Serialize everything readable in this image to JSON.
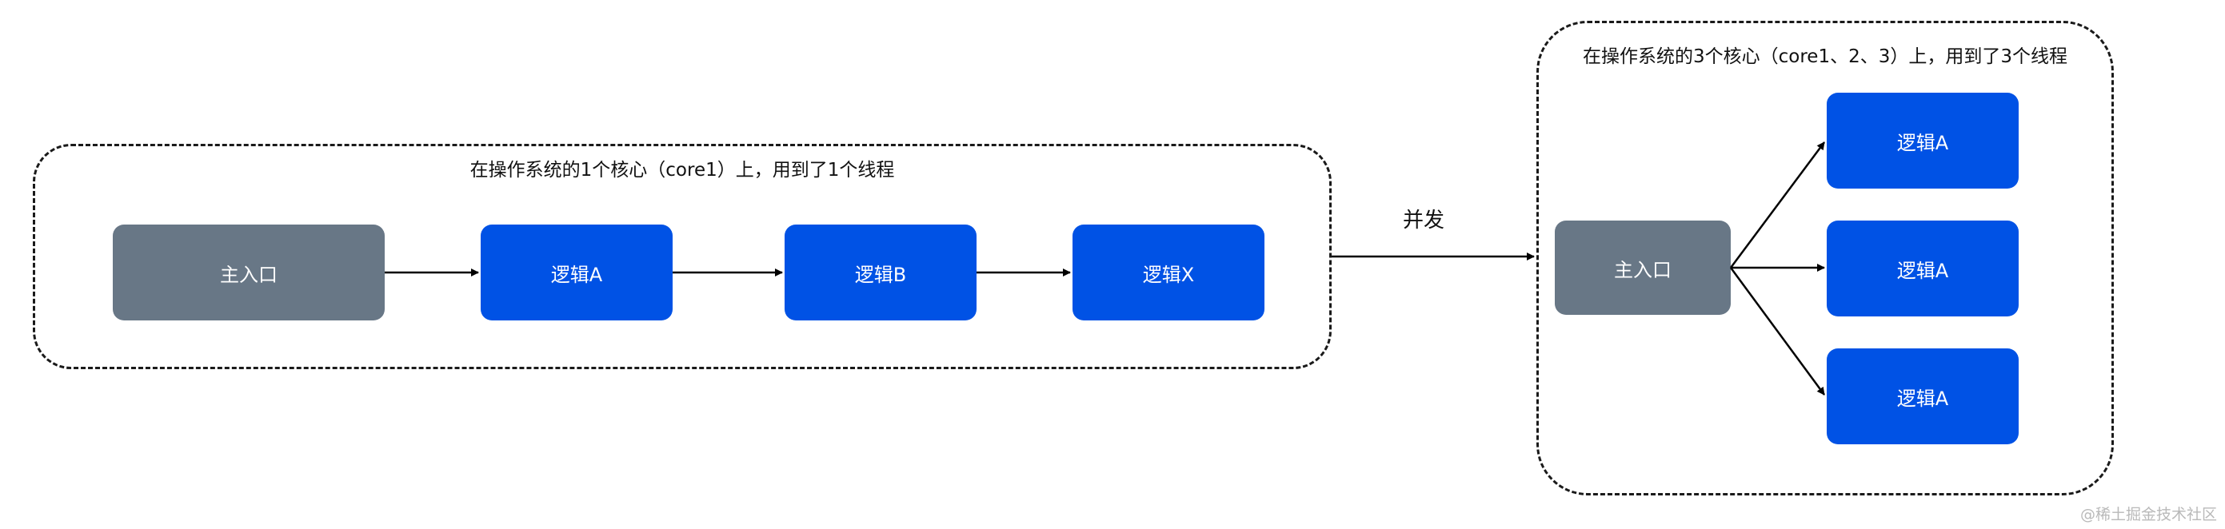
{
  "left_group": {
    "caption": "在操作系统的1个核心（core1）上，用到了1个线程",
    "nodes": {
      "main_entry": "主入口",
      "logic_a": "逻辑A",
      "logic_b": "逻辑B",
      "logic_x": "逻辑X"
    }
  },
  "concurrency_label": "并发",
  "right_group": {
    "caption": "在操作系统的3个核心（core1、2、3）上，用到了3个线程",
    "nodes": {
      "main_entry": "主入口",
      "logic_a_1": "逻辑A",
      "logic_a_2": "逻辑A",
      "logic_a_3": "逻辑A"
    }
  },
  "watermark": "@稀土掘金技术社区",
  "colors": {
    "main_entry_fill": "#687786",
    "logic_fill": "#0052e5",
    "line": "#000000"
  }
}
